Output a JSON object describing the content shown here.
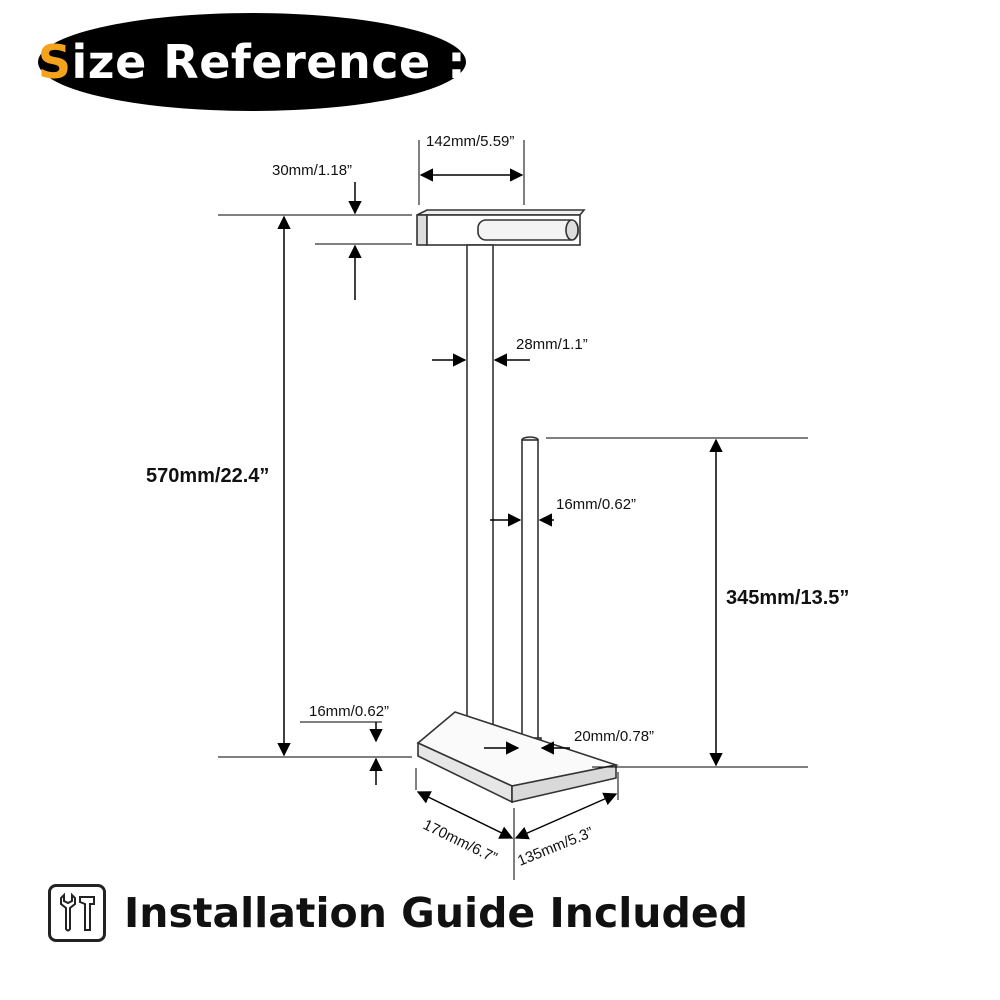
{
  "banner": {
    "title_first_letter": "S",
    "title_rest": "ize Reference :",
    "accent_color": "#f5a31c",
    "background_color": "#000000"
  },
  "dimensions": {
    "top_width": "142mm/5.59”",
    "top_thickness": "30mm/1.18”",
    "stand_width": "28mm/1.1”",
    "total_height": "570mm/22.4”",
    "spare_rod_diameter": "16mm/0.62”",
    "spare_rod_height": "345mm/13.5”",
    "base_thickness": "16mm/0.62”",
    "rod_collar_diameter": "20mm/0.78”",
    "base_length": "170mm/6.7”",
    "base_width": "135mm/5.3”"
  },
  "footer": {
    "icon": "wrench-hammer-icon",
    "text": "Installation Guide Included"
  }
}
